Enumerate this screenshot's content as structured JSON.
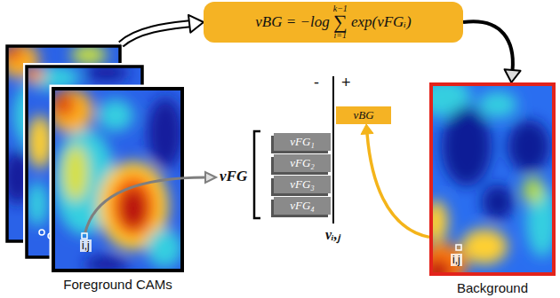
{
  "diagram": {
    "nodes": [
      {
        "text": [
          "i,j",
          "Foreground CAMs"
        ]
      },
      {
        "text": [
          "vBG = −log",
          "k−1",
          "∑",
          "i=1",
          "exp(vFGᵢ)"
        ]
      },
      {
        "text": [
          "vBG"
        ]
      },
      {
        "text": [
          "vFG₁"
        ]
      },
      {
        "text": [
          "vFG₂"
        ]
      },
      {
        "text": [
          "vFG₃"
        ]
      },
      {
        "text": [
          "vFG₄"
        ]
      },
      {
        "text": [
          "i,j",
          "Background"
        ]
      }
    ],
    "edges": [
      {
        "from": 0,
        "to": 1,
        "arrow": "to"
      },
      {
        "from": 1,
        "to": 7,
        "arrow": "to"
      },
      {
        "from": 7,
        "to": 2,
        "arrow": "to"
      }
    ],
    "labels": [
      "-",
      "+",
      "vFG",
      "vᵢ,ⱼ"
    ]
  }
}
